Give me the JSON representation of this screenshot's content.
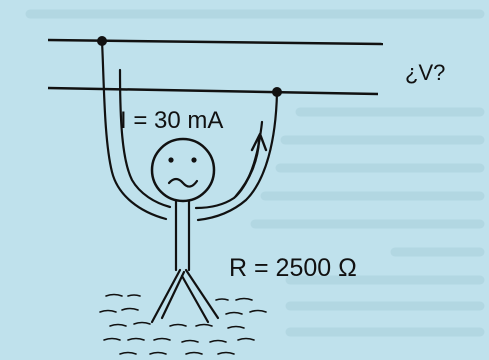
{
  "diagram": {
    "question": "¿V?",
    "current_label": "I = 30 mA",
    "resistance_label": "R = 2500 Ω"
  },
  "colors": {
    "background": "#bfe1ec",
    "ink": "#111111",
    "faded_text": "#a9cfdb"
  }
}
